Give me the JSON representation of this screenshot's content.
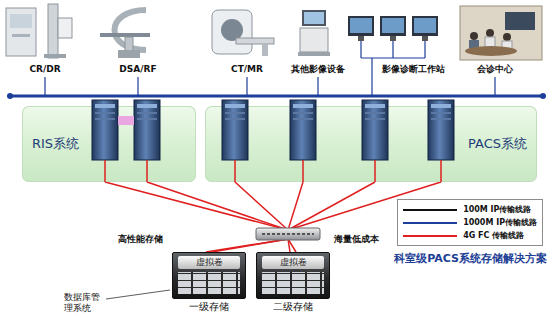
{
  "diagram": {
    "title": "科室级PACS系统存储解决方案",
    "nodes": [
      {
        "text": [
          "RIS系统"
        ]
      },
      {
        "text": [
          "PACS系统"
        ]
      },
      {
        "text": [
          "虚拟卷",
          "一级存储"
        ]
      },
      {
        "text": [
          "虚拟卷",
          "二级存储"
        ]
      }
    ],
    "edges": [
      {
        "from": 0,
        "to": 2,
        "arrow": "none"
      },
      {
        "from": 0,
        "to": 3,
        "arrow": "none"
      },
      {
        "from": 1,
        "to": 2,
        "arrow": "none"
      },
      {
        "from": 1,
        "to": 3,
        "arrow": "none"
      }
    ],
    "labels": [
      "CR/DR",
      "DSA/RF",
      "CT/MR",
      "其他影像设备",
      "影像诊断工作站",
      "会诊中心",
      "高性能存储",
      "海量低成本",
      "数据库管理系统"
    ],
    "legend": [
      {
        "text": "100M IP传输线路"
      },
      {
        "text": "1000M IP传输线路"
      },
      {
        "text": "4G FC 传输线路"
      }
    ]
  }
}
